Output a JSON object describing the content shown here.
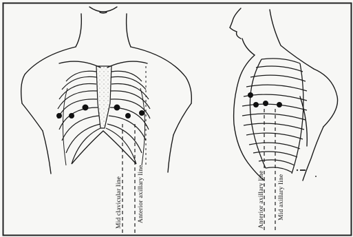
{
  "figure": {
    "front_view": {
      "labels": {
        "mid_clavicular": "Mid clavicular line",
        "anterior_axillary": "Anterior axillary line"
      }
    },
    "side_view": {
      "labels": {
        "anterior_axillary": "Anterior axillary line",
        "mid_axillary": "Mid axillary line"
      }
    }
  },
  "colors": {
    "ink": "#1a1a1a",
    "paper": "#f7f7f5",
    "frame": "#222222"
  }
}
